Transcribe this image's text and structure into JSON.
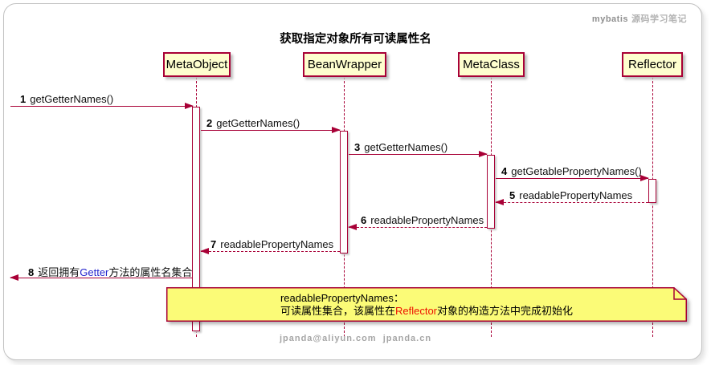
{
  "watermark": {
    "brand": "mybatis",
    "suffix": "源码学习笔记"
  },
  "title": "获取指定对象所有可读属性名",
  "participants": [
    {
      "name": "MetaObject"
    },
    {
      "name": "BeanWrapper"
    },
    {
      "name": "MetaClass"
    },
    {
      "name": "Reflector"
    }
  ],
  "messages": [
    {
      "num": "1",
      "label": "getGetterNames()",
      "type": "solid",
      "from": "caller",
      "to": "MetaObject"
    },
    {
      "num": "2",
      "label": "getGetterNames()",
      "type": "solid",
      "from": "MetaObject",
      "to": "BeanWrapper"
    },
    {
      "num": "3",
      "label": "getGetterNames()",
      "type": "solid",
      "from": "BeanWrapper",
      "to": "MetaClass"
    },
    {
      "num": "4",
      "label": "getGetablePropertyNames()",
      "type": "solid",
      "from": "MetaClass",
      "to": "Reflector"
    },
    {
      "num": "5",
      "label": "readablePropertyNames",
      "type": "dashed",
      "from": "Reflector",
      "to": "MetaClass"
    },
    {
      "num": "6",
      "label": "readablePropertyNames",
      "type": "dashed",
      "from": "MetaClass",
      "to": "BeanWrapper"
    },
    {
      "num": "7",
      "label": "readablePropertyNames",
      "type": "dashed",
      "from": "BeanWrapper",
      "to": "MetaObject"
    },
    {
      "num": "8",
      "prefix": "返回拥有",
      "highlight": "Getter",
      "suffix": "方法的属性名集合",
      "type": "solid",
      "from": "MetaObject",
      "to": "caller"
    }
  ],
  "note": {
    "line1": "readablePropertyNames：",
    "line2_prefix": "可读属性集合，该属性在",
    "line2_highlight": "Reflector",
    "line2_suffix": "对象的构造方法中完成初始化"
  },
  "footer": "jpanda@aliyun.com  jpanda.cn",
  "colors": {
    "accent": "#A80036",
    "participant_fill": "#FEFECE",
    "note_fill": "#FBFB77",
    "highlight_blue": "#2323cc",
    "highlight_red": "#ee1100",
    "frame_border": "#c2c2c2"
  }
}
